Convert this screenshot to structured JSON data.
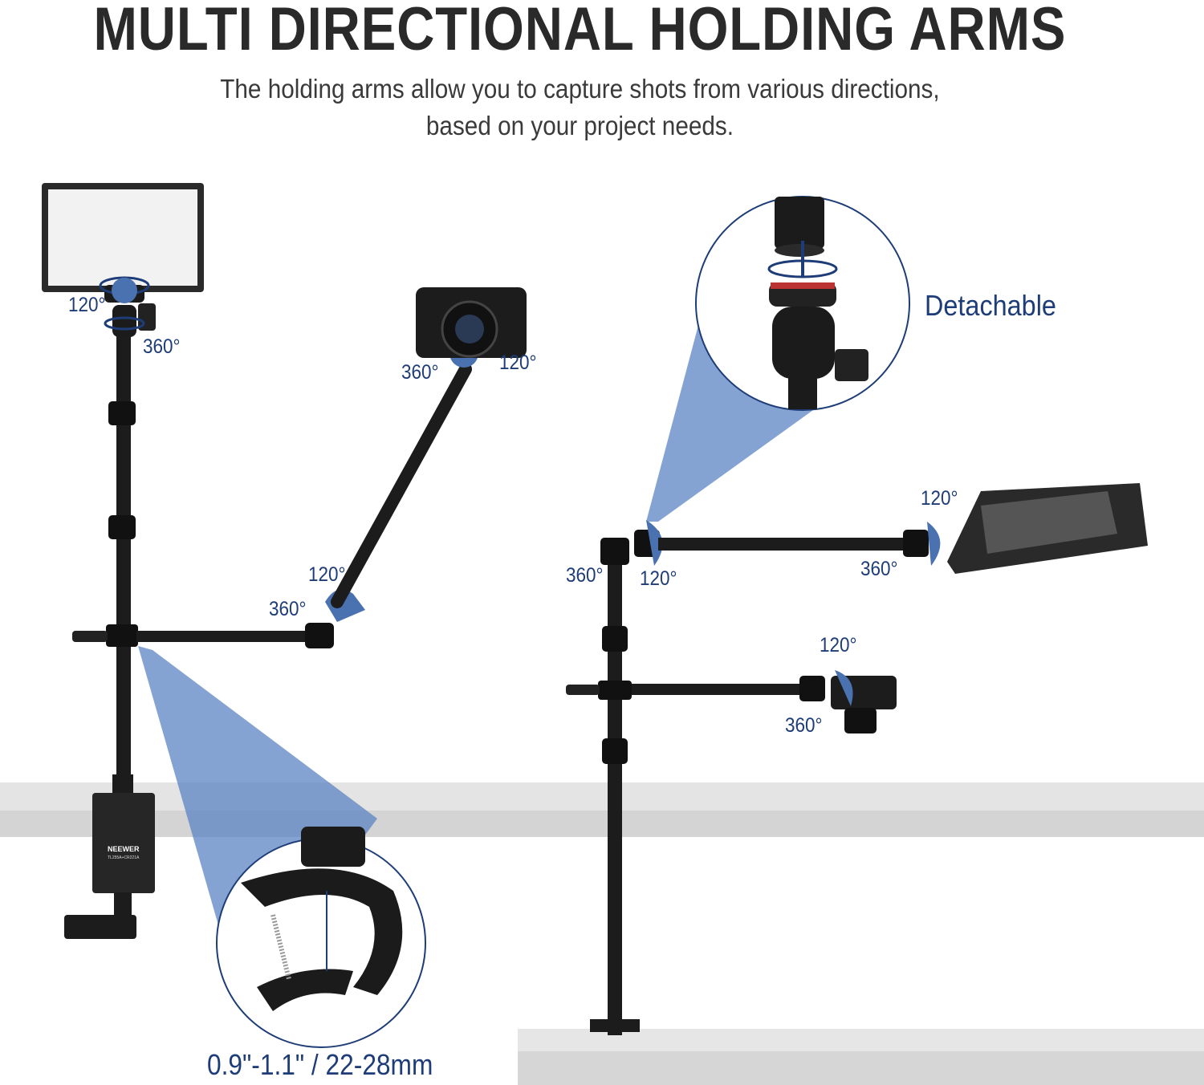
{
  "header": {
    "title": "MULTI DIRECTIONAL HOLDING ARMS",
    "subtitle_line1": "The holding arms allow you to capture shots from various directions,",
    "subtitle_line2": "based on your project needs."
  },
  "callouts": {
    "detachable": "Detachable",
    "clamp_size": "0.9\"-1.1\" / 22-28mm"
  },
  "angle_labels": {
    "light_tilt": "120°",
    "light_rotate": "360°",
    "camera_rotate": "360°",
    "camera_tilt": "120°",
    "elbow_tilt": "120°",
    "elbow_rotate": "360°",
    "right_panel_tilt": "120°",
    "right_top_rotate": "360°",
    "right_top_tilt": "120°",
    "right_panel_rotate": "360°",
    "right_cam_tilt": "120°",
    "right_cam_rotate": "360°"
  },
  "logo": {
    "brand": "NEEWER",
    "model": "TL255A+CR221A"
  },
  "colors": {
    "accent": "#1e3d78",
    "highlight": "#5b84c4",
    "metal": "#1b1b1b",
    "desk": "#e2e2e2"
  }
}
